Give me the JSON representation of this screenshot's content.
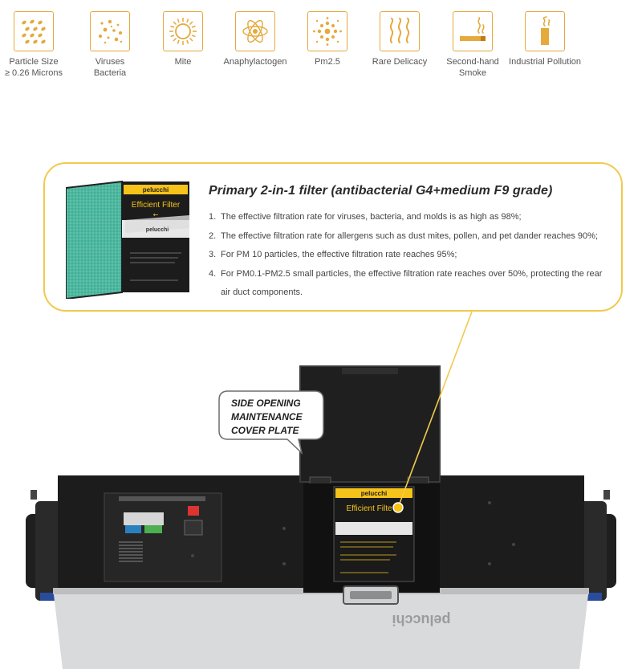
{
  "icons": [
    {
      "name": "particle-size",
      "icon": "grain-dots-icon",
      "label": "Particle Size\n≥ 0.26 Microns"
    },
    {
      "name": "viruses-bacteria",
      "icon": "scattered-dots-icon",
      "label": "Viruses\nBacteria"
    },
    {
      "name": "mite",
      "icon": "sun-icon",
      "label": "Mite"
    },
    {
      "name": "anaphylactogen",
      "icon": "atom-icon",
      "label": "Anaphylactogen"
    },
    {
      "name": "pm25",
      "icon": "dot-burst-icon",
      "label": "Pm2.5"
    },
    {
      "name": "rare-delicacy",
      "icon": "steam-waves-icon",
      "label": "Rare Delicacy"
    },
    {
      "name": "second-hand-smoke",
      "icon": "cigarette-icon",
      "label": "Second-hand\nSmoke"
    },
    {
      "name": "industrial-pollution",
      "icon": "chimney-icon",
      "label": "Industrial Pollution"
    }
  ],
  "colors": {
    "accent": "#e5a93c",
    "card_border": "#f2c94c",
    "filter_yellow": "#f6c31a",
    "filter_mesh": "#3fae94",
    "machine_black": "#1c1c1c",
    "machine_silver": "#d9dadc"
  },
  "card": {
    "title": "Primary 2-in-1 filter (antibacterial G4+medium F9 grade)",
    "items": [
      {
        "num": "1.",
        "text": "The effective filtration rate for viruses, bacteria, and molds is as high as 98%;"
      },
      {
        "num": "2.",
        "text": "The effective filtration rate for allergens such as dust mites, pollen, and pet dander reaches 90%;"
      },
      {
        "num": "3.",
        "text": "For PM 10 particles, the effective filtration rate reaches 95%;"
      },
      {
        "num": "4.",
        "text": "For PM0.1-PM2.5 small particles, the effective filtration rate reaches over 50%, protecting the rear air duct components."
      }
    ]
  },
  "filter_photo": {
    "brand": "pelucchi",
    "label": "Efficient Filter",
    "arrow": "←"
  },
  "bubble": {
    "text": "SIDE OPENING\nMAINTENANCE\nCOVER PLATE"
  },
  "machine": {
    "brand": "pelucchi",
    "filter_label": "Efficient Filte"
  }
}
